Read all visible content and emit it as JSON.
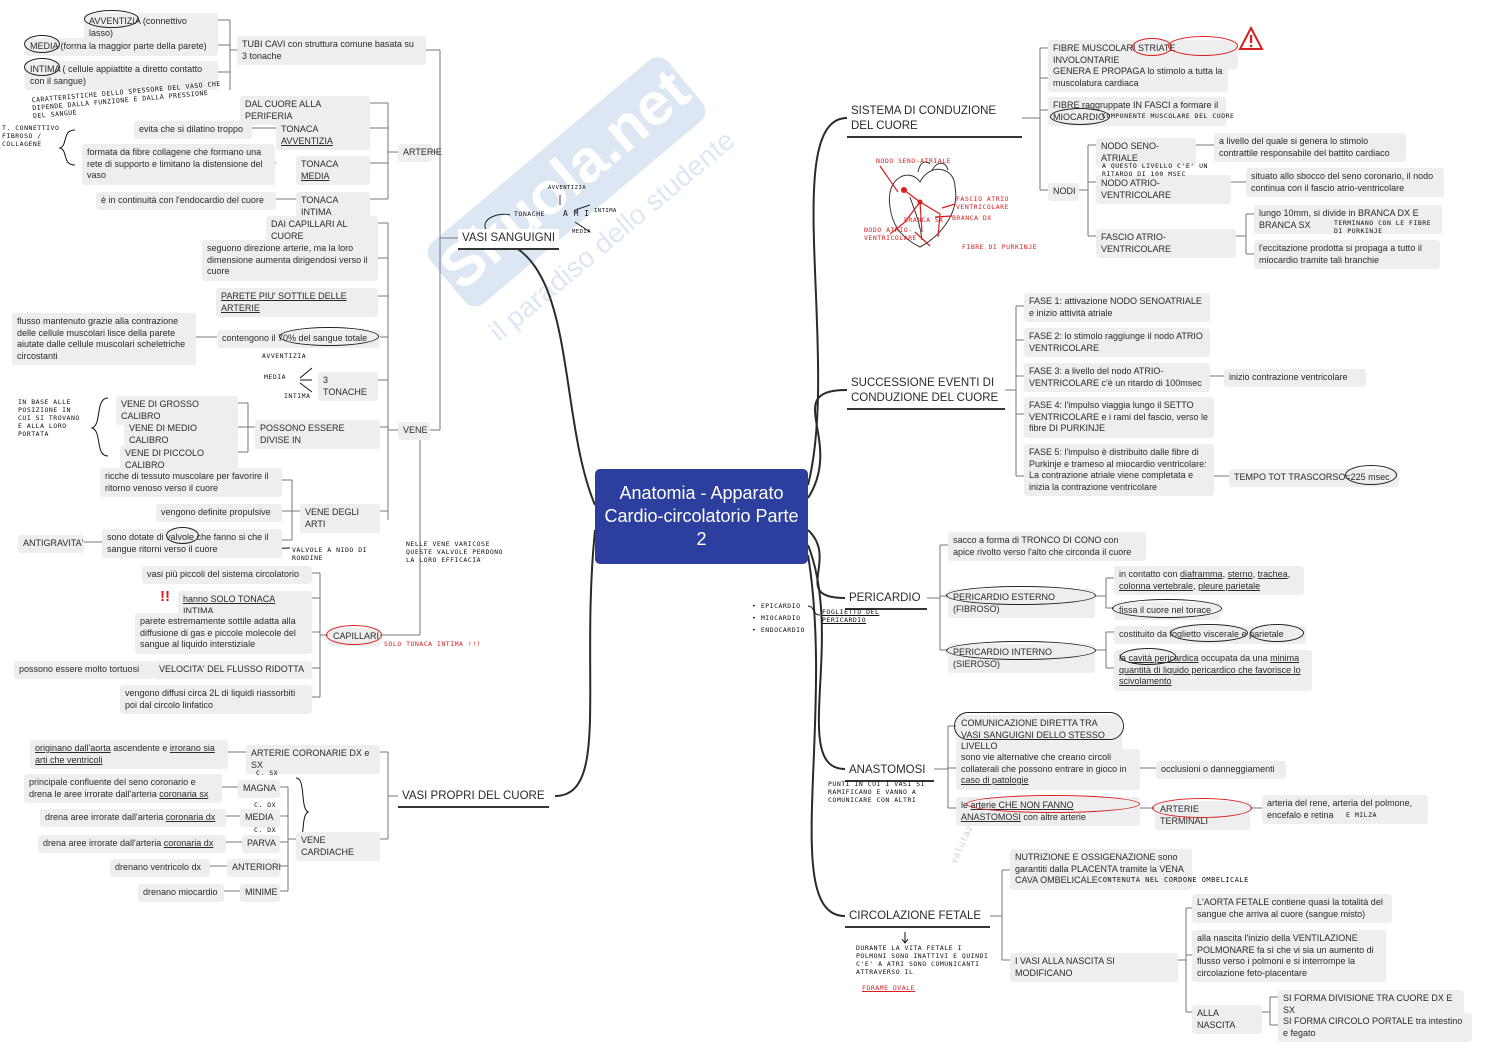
{
  "title": "Anatomia - Apparato Cardio-circolatorio Parte 2",
  "watermark": {
    "logo": "Skuola.net",
    "tagline": "il paradiso dello studente",
    "small": "valutazione"
  },
  "vasi_sanguigni": {
    "label": "VASI SANGUIGNI",
    "tonache_hw": "TONACHE",
    "ami_letters": "A  M  I",
    "hw_avventizia": "AVVENTIZIA",
    "hw_intima": "INTIMA",
    "hw_media": "MEDIA",
    "arterie": {
      "label": "ARTERIE",
      "tubi_cavi": "TUBI CAVI con struttura comune basata su 3 tonache",
      "avventizia_def_word": "AVVENTIZIA",
      "avventizia_def_rest": " (connettivo lasso)",
      "media_def_word": "MEDIA",
      "media_def_rest": " (forma la maggior parte della parete)",
      "intima_def_word": "INTIMA",
      "intima_def_rest": " ( cellule appiattite a diretto contatto con il sangue)",
      "hw_spessore": "CARATTERISTICHE DELLO SPESSORE DEL VASO CHE DIPENDE DALLA FUNZIONE E DALLA PRESSIONE DEL SANGUE",
      "dal_cuore": "DAL CUORE ALLA PERIFERIA",
      "tonaca_avventizia_pre": "TONACA ",
      "tonaca_avventizia_word": "AVVENTIZIA",
      "avventizia_note": "evita che si dilatino troppo",
      "hw_connettivo": "T. CONNETTIVO FIBROSO / COLLAGENE",
      "tonaca_media_pre": "TONACA ",
      "tonaca_media_word": "MEDIA",
      "media_note": "formata da fibre collagene che formano una rete di supporto e limitano la distensione del vaso",
      "tonaca_intima_pre": "TONACA ",
      "tonaca_intima_word": "INTIMA",
      "intima_note": "è in continuità con l'endocardio del cuore"
    },
    "vene": {
      "label": "VENE",
      "dai_capillari": "DAI CAPILLARI AL CUORE",
      "seguono": "seguono direzione arterie, ma la loro dimensione aumenta dirigendosi verso il cuore",
      "parete": "PARETE PIU' SOTTILE DELLE ARTERIE",
      "contengono_pre": "contengono il ",
      "contengono_word": "70% del sangue totale",
      "flusso": "flusso mantenuto grazie alla contrazione delle cellule muscolari lisce della parete aiutate dalle cellule muscolari scheletriche circostanti",
      "tre_tonache": "3 TONACHE",
      "hw_avventizia": "AVVENTIZIA",
      "hw_media": "MEDIA",
      "hw_intima": "INTIMA",
      "possono": "POSSONO ESSERE DIVISE IN",
      "grosso": "VENE DI GROSSO CALIBRO",
      "medio": "VENE DI MEDIO CALIBRO",
      "piccolo": "VENE DI PICCOLO CALIBRO",
      "hw_base": "IN BASE ALLE POSIZIONE IN CUI SI TROVANO E ALLA LORO PORTATA",
      "arti": "VENE DEGLI ARTI",
      "ricche": "ricche di tessuto muscolare per favorire il ritorno venoso verso il cuore",
      "propulsive": "vengono definite propulsive",
      "dotate_pre": "sono dotate di ",
      "dotate_word": "valvole",
      "dotate_post": " che fanno si che il sangue ritorni verso il cuore",
      "antigravita": "ANTIGRAVITA'",
      "hw_valvole": "VALVOLE A NIDO DI RONDINE",
      "hw_vene": "NELLE VENE VARICOSE QUESTE VALVOLE PERDONO LA LORO EFFICACIA"
    },
    "capillari": {
      "label": "CAPILLARI",
      "piccoli": "vasi più piccoli del sistema circolatorio",
      "solo": "hanno SOLO TONACA INTIMA",
      "bang": "!!",
      "parete": "parete estremamente sottile adatta alla diffusione di gas e piccole molecole del sangue al liquido interstiziale",
      "tortuosi": "possono essere molto tortuosi",
      "velocita": "VELOCITA' DEL FLUSSO RIDOTTA",
      "diffusi": "vengono diffusi circa 2L di liquidi riassorbiti poi dal circolo linfatico",
      "hw_solo": "SOLO TONACA INTIMA !!!"
    }
  },
  "vasi_propri": {
    "label": "VASI PROPRI DEL CUORE",
    "coronarie": "ARTERIE CORONARIE DX e SX",
    "originano_a": "originano dall'aorta",
    "originano_b": " ascendente e ",
    "originano_c": "irrorano sia arti che ventricoli",
    "cardiache": "VENE CARDIACHE",
    "magna": "MAGNA",
    "magna_note_a": "principale confluente del seno coronario e drena le aree irrorate dall'arteria ",
    "magna_note_b": "coronaria sx",
    "hw_csx": "C. SX",
    "media": "MEDIA",
    "media_note_a": "drena aree irrorate dall'arteria ",
    "media_note_b": "coronaria dx",
    "hw_cdx1": "C. DX",
    "parva": "PARVA",
    "parva_note_a": "drena aree irrorate dall'arteria ",
    "parva_note_b": "coronaria dx",
    "hw_cdx2": "C. DX",
    "anteriori": "ANTERIORI",
    "anteriori_note": "drenano ventricolo dx",
    "minime": "MINIME",
    "minime_note": "drenano miocardio"
  },
  "sistema_conduzione": {
    "label": "SISTEMA DI CONDUZIONE DEL CUORE",
    "fibre_pre": "FIBRE MUSCOLARI ",
    "fibre_striate": "STRIATE",
    "fibre_invol": "INVOLONTARIE",
    "genera": "GENERA E PROPAGA lo stimolo a tutta la muscolatura cardiaca",
    "fibre_fasci": "FIBRE raggruppate IN FASCI a formare il",
    "miocardio": "MIOCARDIO",
    "hw_componente": "COMPONENTE MUSCOLARE DEL CUORE",
    "nodi": "NODI",
    "seno": "NODO SENO-ATRIALE",
    "seno_note": "a livello del quale si genera lo stimolo contrattile responsabile del battito cardiaco",
    "atrio": "NODO ATRIO-VENTRICOLARE",
    "atrio_note": "situato allo sbocco del seno coronario, il nodo continua con il fascio atrio-ventricolare",
    "hw_ritardo": "A QUESTO LIVELLO C'E' UN RITARDO DI 100 MSEC",
    "fascio": "FASCIO ATRIO-VENTRICOLARE",
    "fascio_note": "lungo 10mm, si divide in BRANCA DX E BRANCA SX",
    "hw_terminano": "TERMINANO CON LE FIBRE DI PURKINJE",
    "eccitazione": "l'eccitazione prodotta si propaga a tutto il miocardio tramite tali branchie",
    "heart_labels": {
      "seno": "NODO SENO-ATRIALE",
      "fascio": "FASCIO ATRIO VENTRICOLARE",
      "branca_dx": "BRANCA DX",
      "branca_sx": "BRANCA SX",
      "nodo_av": "NODO ATRIO-VENTRICOLARE",
      "purkinje": "FIBRE DI PURKINJE"
    }
  },
  "successione": {
    "label": "SUCCESSIONE EVENTI DI CONDUZIONE DEL CUORE",
    "f1": "FASE 1: attivazione NODO SENOATRIALE e inizio attività atriale",
    "f2": "FASE 2: lo stimolo raggiunge il nodo ATRIO VENTRICOLARE",
    "f3": "FASE 3: a livello del nodo ATRIO-VENTRICOLARE  c'è un ritardo di 100msec",
    "f3_note": "inizio contrazione ventricolare",
    "f4": "FASE 4: l'impulso viaggia lungo il SETTO VENTRICOLARE e i rami del fascio, verso le fibre DI PURKINJE",
    "f5": "FASE 5: l'impulso è distribuito dalle fibre di Purkinje e trameso al miocardio ventricolare: La contrazione atriale viene completata e inizia la contrazione ventricolare",
    "tempo": "TEMPO TOT TRASCORSO=",
    "tempo_val": "225 msec"
  },
  "pericardio": {
    "label": "PERICARDIO",
    "sacco": "sacco a forma di TRONCO DI CONO con apice rivolto verso l'alto che circonda il cuore",
    "esterno": "PERICARDIO ESTERNO (FIBROSO)",
    "contatto_a": "in contatto con ",
    "contatto_b": "diaframma",
    "contatto_c": ", ",
    "contatto_d": "sterno",
    "contatto_e": ", ",
    "contatto_f": "trachea",
    "contatto_g": ", ",
    "contatto_h": "colonna vertebrale",
    "contatto_i": ", ",
    "contatto_j": "pleure parietale",
    "fissa": "fissa il cuore nel torace",
    "interno": "PERICARDIO INTERNO (SIEROSO)",
    "costituito_a": "costituito da ",
    "costituito_b": "foglietto viscerale",
    "costituito_c": " e ",
    "costituito_d": "parietale",
    "cavita_a": "la ",
    "cavita_b": "cavità pericardica",
    "cavita_c": " occupata da una ",
    "cavita_d": "minima quantità di liquido pericardico che favorisce lo scivolamento",
    "hw_epicardio": "• EPICARDIO",
    "hw_miocardio": "• MIOCARDIO",
    "hw_endocardio": "• ENDOCARDIO",
    "hw_foglietto": "FOGLIETTO DEL PERICARDIO"
  },
  "anastomosi": {
    "label": "ANASTOMOSI",
    "comunicazione": "COMUNICAZIONE DIRETTA TRA VASI SANGUIGNI DELLO STESSO LIVELLO",
    "vie_a": "sono vie alternative che creano circoli collaterali che possono entrare in gioco in ",
    "vie_b": "caso di patologie",
    "occlusioni": "occlusioni o danneggiamenti",
    "arterie_a": "le ",
    "arterie_b": "arterie CHE NON FANNO ANASTOMOSI",
    "arterie_c": " con altre arterie",
    "terminali": "ARTERIE TERMINALI",
    "rene": "arteria del rene, arteria del polmone, encefalo e retina",
    "hw_milza": "E MILZA",
    "hw_punti": "PUNTI IN CUI I VASI SI RAMIFICANO E VANNO A COMUNICARE CON ALTRI"
  },
  "fetale": {
    "label": "CIRCOLAZIONE FETALE",
    "nutrizione_a": "NUTRIZIONE E OSSIGENAZIONE sono garantiti dalla PLACENTA tramite la VENA CAVA OMBELICALE ",
    "hw_cordone": "CONTENUTA NEL CORDONE OMBELICALE",
    "vasi": "I VASI ALLA NASCITA SI MODIFICANO",
    "aorta": "L'AORTA FETALE contiene quasi la totalità del sangue che arriva al cuore (sangue misto)",
    "ventilazione": "alla nascita l'inizio della VENTILAZIONE POLMONARE  fa sì che vi sia un aumento di flusso verso i polmoni e si interrompe la circolazione feto-placentare",
    "alla_nascita": "ALLA NASCITA",
    "divisione": "SI FORMA DIVISIONE TRA CUORE DX E SX",
    "portale_a": "SI FORMA CIRCOLO PORTALE",
    "portale_b": " tra intestino e fegato",
    "hw_durante": "DURANTE LA VITA FETALE I POLMONI SONO INATTIVI E QUINDI C'E' A ATRI SONO COMUNICANTI ATTRAVERSO IL",
    "hw_forame": "FORAME OVALE"
  }
}
